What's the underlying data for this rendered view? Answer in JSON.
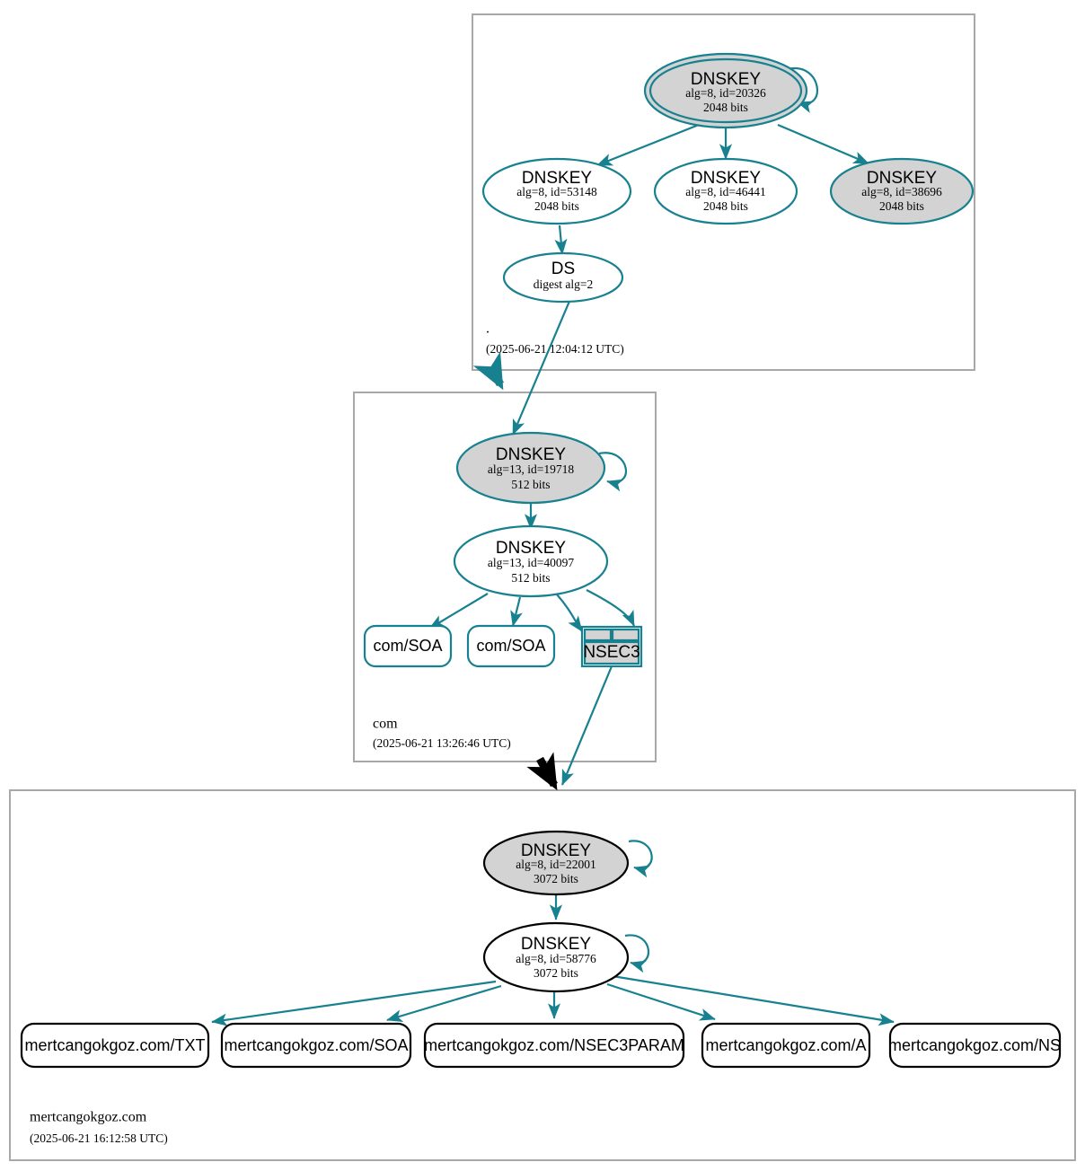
{
  "diagram": {
    "kind": "dnssec-authentication-chain",
    "colors": {
      "edge_teal": "#17818f",
      "node_grey_fill": "#d3d3d3",
      "node_white_fill": "#ffffff",
      "zone_border": "#a8a8a8",
      "node_black_stroke": "#000000"
    }
  },
  "zones": [
    {
      "id": "root",
      "label": ".",
      "timestamp": "(2025-06-21 12:04:12 UTC)",
      "nodes": [
        {
          "id": "root-ksk-20326",
          "shape": "double-ellipse",
          "fill": "grey",
          "stroke": "teal",
          "title": "DNSKEY",
          "line2": "alg=8, id=20326",
          "line3": "2048 bits",
          "self_signed": true
        },
        {
          "id": "root-zsk-53148",
          "shape": "ellipse",
          "fill": "white",
          "stroke": "teal",
          "title": "DNSKEY",
          "line2": "alg=8, id=53148",
          "line3": "2048 bits",
          "self_signed": false
        },
        {
          "id": "root-zsk-46441",
          "shape": "ellipse",
          "fill": "white",
          "stroke": "teal",
          "title": "DNSKEY",
          "line2": "alg=8, id=46441",
          "line3": "2048 bits",
          "self_signed": false
        },
        {
          "id": "root-zsk-38696",
          "shape": "ellipse",
          "fill": "grey",
          "stroke": "teal",
          "title": "DNSKEY",
          "line2": "alg=8, id=38696",
          "line3": "2048 bits",
          "self_signed": false
        },
        {
          "id": "root-ds",
          "shape": "ellipse",
          "fill": "white",
          "stroke": "teal",
          "title": "DS",
          "line2": "digest alg=2",
          "line3": "",
          "self_signed": false
        }
      ]
    },
    {
      "id": "com",
      "label": "com",
      "timestamp": "(2025-06-21 13:26:46 UTC)",
      "nodes": [
        {
          "id": "com-ksk-19718",
          "shape": "ellipse",
          "fill": "grey",
          "stroke": "teal",
          "title": "DNSKEY",
          "line2": "alg=13, id=19718",
          "line3": "512 bits",
          "self_signed": true
        },
        {
          "id": "com-zsk-40097",
          "shape": "ellipse",
          "fill": "white",
          "stroke": "teal",
          "title": "DNSKEY",
          "line2": "alg=13, id=40097",
          "line3": "512 bits",
          "self_signed": false
        },
        {
          "id": "com-soa-1",
          "shape": "rounded-box",
          "stroke": "teal",
          "label": "com/SOA"
        },
        {
          "id": "com-soa-2",
          "shape": "rounded-box",
          "stroke": "teal",
          "label": "com/SOA"
        },
        {
          "id": "com-nsec3",
          "shape": "record-table",
          "stroke": "teal",
          "label": "NSEC3"
        }
      ]
    },
    {
      "id": "mertcangokgoz",
      "label": "mertcangokgoz.com",
      "timestamp": "(2025-06-21 16:12:58 UTC)",
      "nodes": [
        {
          "id": "mcg-ksk-22001",
          "shape": "ellipse",
          "fill": "grey",
          "stroke": "black",
          "title": "DNSKEY",
          "line2": "alg=8, id=22001",
          "line3": "3072 bits",
          "self_signed": true
        },
        {
          "id": "mcg-zsk-58776",
          "shape": "ellipse",
          "fill": "white",
          "stroke": "black",
          "title": "DNSKEY",
          "line2": "alg=8, id=58776",
          "line3": "3072 bits",
          "self_signed": true
        },
        {
          "id": "mcg-txt",
          "shape": "rounded-box",
          "stroke": "black",
          "label": "mertcangokgoz.com/TXT"
        },
        {
          "id": "mcg-soa",
          "shape": "rounded-box",
          "stroke": "black",
          "label": "mertcangokgoz.com/SOA"
        },
        {
          "id": "mcg-nsec3param",
          "shape": "rounded-box",
          "stroke": "black",
          "label": "mertcangokgoz.com/NSEC3PARAM"
        },
        {
          "id": "mcg-a",
          "shape": "rounded-box",
          "stroke": "black",
          "label": "mertcangokgoz.com/A"
        },
        {
          "id": "mcg-ns",
          "shape": "rounded-box",
          "stroke": "black",
          "label": "mertcangokgoz.com/NS"
        }
      ]
    }
  ]
}
